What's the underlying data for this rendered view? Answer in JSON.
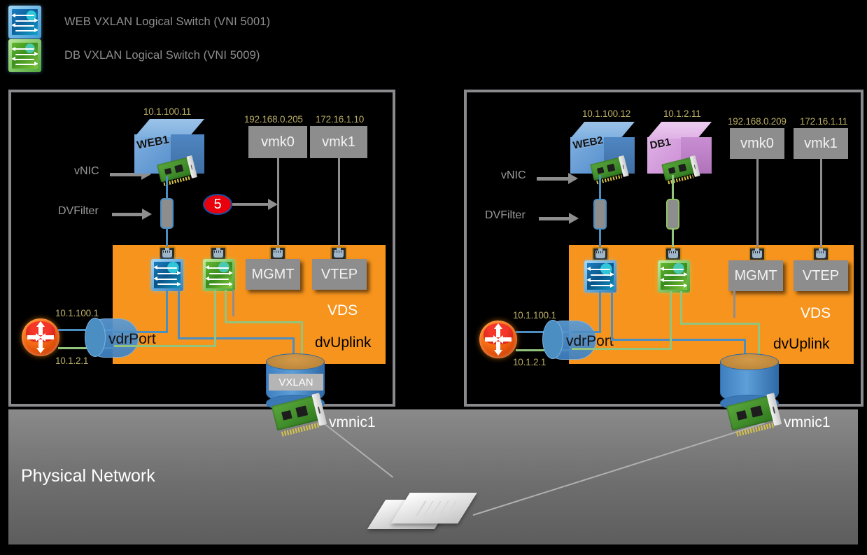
{
  "legend": {
    "items": [
      {
        "icon": "vxlan-logical-switch-blue-icon",
        "label": "WEB VXLAN Logical Switch (VNI 5001)",
        "color": "#2f80c0"
      },
      {
        "icon": "vxlan-logical-switch-green-icon",
        "label": "DB VXLAN Logical Switch (VNI 5009)",
        "color": "#49a234"
      }
    ]
  },
  "annotations": {
    "vnic": "vNIC",
    "dvfilter": "DVFilter",
    "callout_number": "5"
  },
  "hosts": [
    {
      "id": "host-left",
      "vms": [
        {
          "name": "WEB1",
          "ip": "10.1.100.11",
          "color": "#6fa2d8",
          "type": "web"
        }
      ],
      "vmkernels": [
        {
          "name": "vmk0",
          "ip": "192.168.0.205"
        },
        {
          "name": "vmk1",
          "ip": "172.16.1.10"
        }
      ],
      "portgroups": [
        {
          "name": "MGMT"
        },
        {
          "name": "VTEP"
        }
      ],
      "switches": [
        {
          "name": "web-vxlan-switch",
          "color": "blue"
        },
        {
          "name": "db-vxlan-switch",
          "color": "green"
        }
      ],
      "vds_label": "VDS",
      "dvuplink_label": "dvUplink",
      "vdrport_label": "vdrPort",
      "router_ips": [
        "10.1.100.1",
        "10.1.2.1"
      ],
      "uplink_tag": "VXLAN",
      "vmnic_label": "vmnic1"
    },
    {
      "id": "host-right",
      "vms": [
        {
          "name": "WEB2",
          "ip": "10.1.100.12",
          "color": "#6fa2d8",
          "type": "web"
        },
        {
          "name": "DB1",
          "ip": "10.1.2.11",
          "color": "#d9a0dd",
          "type": "db"
        }
      ],
      "vmkernels": [
        {
          "name": "vmk0",
          "ip": "192.168.0.209"
        },
        {
          "name": "vmk1",
          "ip": "172.16.1.11"
        }
      ],
      "portgroups": [
        {
          "name": "MGMT"
        },
        {
          "name": "VTEP"
        }
      ],
      "switches": [
        {
          "name": "web-vxlan-switch",
          "color": "blue"
        },
        {
          "name": "db-vxlan-switch",
          "color": "green"
        }
      ],
      "vds_label": "VDS",
      "dvuplink_label": "dvUplink",
      "vdrport_label": "vdrPort",
      "router_ips": [
        "10.1.100.1",
        "10.1.2.1"
      ],
      "uplink_tag": "",
      "vmnic_label": "vmnic1"
    }
  ],
  "physical": {
    "label": "Physical Network",
    "switch_name": "physical-switch"
  },
  "colors": {
    "vds_orange": "#F7941D",
    "panel_border": "#8a8a8e",
    "ip_text": "#b9ad64",
    "web_link": "#4a8ec2",
    "db_link": "#93c47d",
    "badge_red": "#e8000d",
    "physical_bg": "#6e6e6e"
  }
}
